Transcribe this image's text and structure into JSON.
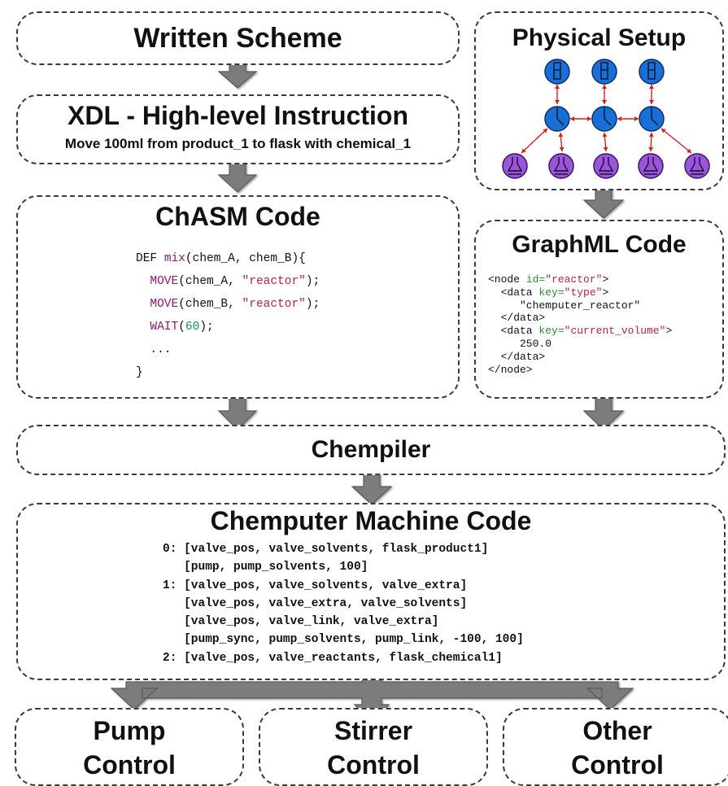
{
  "written_scheme": {
    "title": "Written Scheme"
  },
  "xdl": {
    "title": "XDL - High-level Instruction",
    "subtitle": "Move 100ml from product_1 to flask with chemical_1"
  },
  "chasm": {
    "title": "ChASM Code",
    "lines": [
      {
        "indent": "",
        "parts": [
          {
            "t": "DEF ",
            "c": ""
          },
          {
            "t": "mix",
            "c": "fn"
          },
          {
            "t": "(chem_A, chem_B){",
            "c": ""
          }
        ]
      },
      {
        "indent": "  ",
        "parts": [
          {
            "t": "MOVE",
            "c": "kw"
          },
          {
            "t": "(chem_A, ",
            "c": ""
          },
          {
            "t": "\"reactor\"",
            "c": "str"
          },
          {
            "t": ");",
            "c": ""
          }
        ]
      },
      {
        "indent": "  ",
        "parts": [
          {
            "t": "MOVE",
            "c": "kw"
          },
          {
            "t": "(chem_B, ",
            "c": ""
          },
          {
            "t": "\"reactor\"",
            "c": "str"
          },
          {
            "t": ");",
            "c": ""
          }
        ]
      },
      {
        "indent": "  ",
        "parts": [
          {
            "t": "WAIT",
            "c": "kw"
          },
          {
            "t": "(",
            "c": ""
          },
          {
            "t": "60",
            "c": "num"
          },
          {
            "t": ");",
            "c": ""
          }
        ]
      },
      {
        "indent": "  ",
        "parts": [
          {
            "t": "...",
            "c": ""
          }
        ]
      },
      {
        "indent": "",
        "parts": [
          {
            "t": "}",
            "c": ""
          }
        ]
      }
    ]
  },
  "physical_setup": {
    "title": "Physical Setup"
  },
  "graphml": {
    "title": "GraphML Code",
    "lines": [
      {
        "parts": [
          {
            "t": "<node ",
            "c": ""
          },
          {
            "t": "id=",
            "c": "attr"
          },
          {
            "t": "\"reactor\"",
            "c": "str"
          },
          {
            "t": ">",
            "c": ""
          }
        ]
      },
      {
        "parts": [
          {
            "t": "  <data ",
            "c": ""
          },
          {
            "t": "key=",
            "c": "attr"
          },
          {
            "t": "\"type\"",
            "c": "str"
          },
          {
            "t": ">",
            "c": ""
          }
        ]
      },
      {
        "parts": [
          {
            "t": "     \"chemputer_reactor\"",
            "c": ""
          }
        ]
      },
      {
        "parts": [
          {
            "t": "  </data>",
            "c": ""
          }
        ]
      },
      {
        "parts": [
          {
            "t": "  <data ",
            "c": ""
          },
          {
            "t": "key=",
            "c": "attr"
          },
          {
            "t": "\"current_volume\"",
            "c": "str"
          },
          {
            "t": ">",
            "c": ""
          }
        ]
      },
      {
        "parts": [
          {
            "t": "     250.0",
            "c": ""
          }
        ]
      },
      {
        "parts": [
          {
            "t": "  </data>",
            "c": ""
          }
        ]
      },
      {
        "parts": [
          {
            "t": "</node>",
            "c": ""
          }
        ]
      }
    ]
  },
  "chempiler": {
    "title": "Chempiler"
  },
  "machine_code": {
    "title": "Chemputer Machine Code",
    "lines": [
      "0: [valve_pos, valve_solvents, flask_product1]",
      "   [pump, pump_solvents, 100]",
      "1: [valve_pos, valve_solvents, valve_extra]",
      "   [valve_pos, valve_extra, valve_solvents]",
      "   [valve_pos, valve_link, valve_extra]",
      "   [pump_sync, pump_solvents, pump_link, -100, 100]",
      "2: [valve_pos, valve_reactants, flask_chemical1]"
    ]
  },
  "outputs": [
    {
      "line1": "Pump",
      "line2": "Control"
    },
    {
      "line1": "Stirrer",
      "line2": "Control"
    },
    {
      "line1": "Other",
      "line2": "Control"
    }
  ],
  "colors": {
    "pump_blue": "#1a6fd6",
    "flask_purple": "#9a55d8",
    "connector_red": "#d42020",
    "arrow_grey": "#7a7a7a"
  }
}
